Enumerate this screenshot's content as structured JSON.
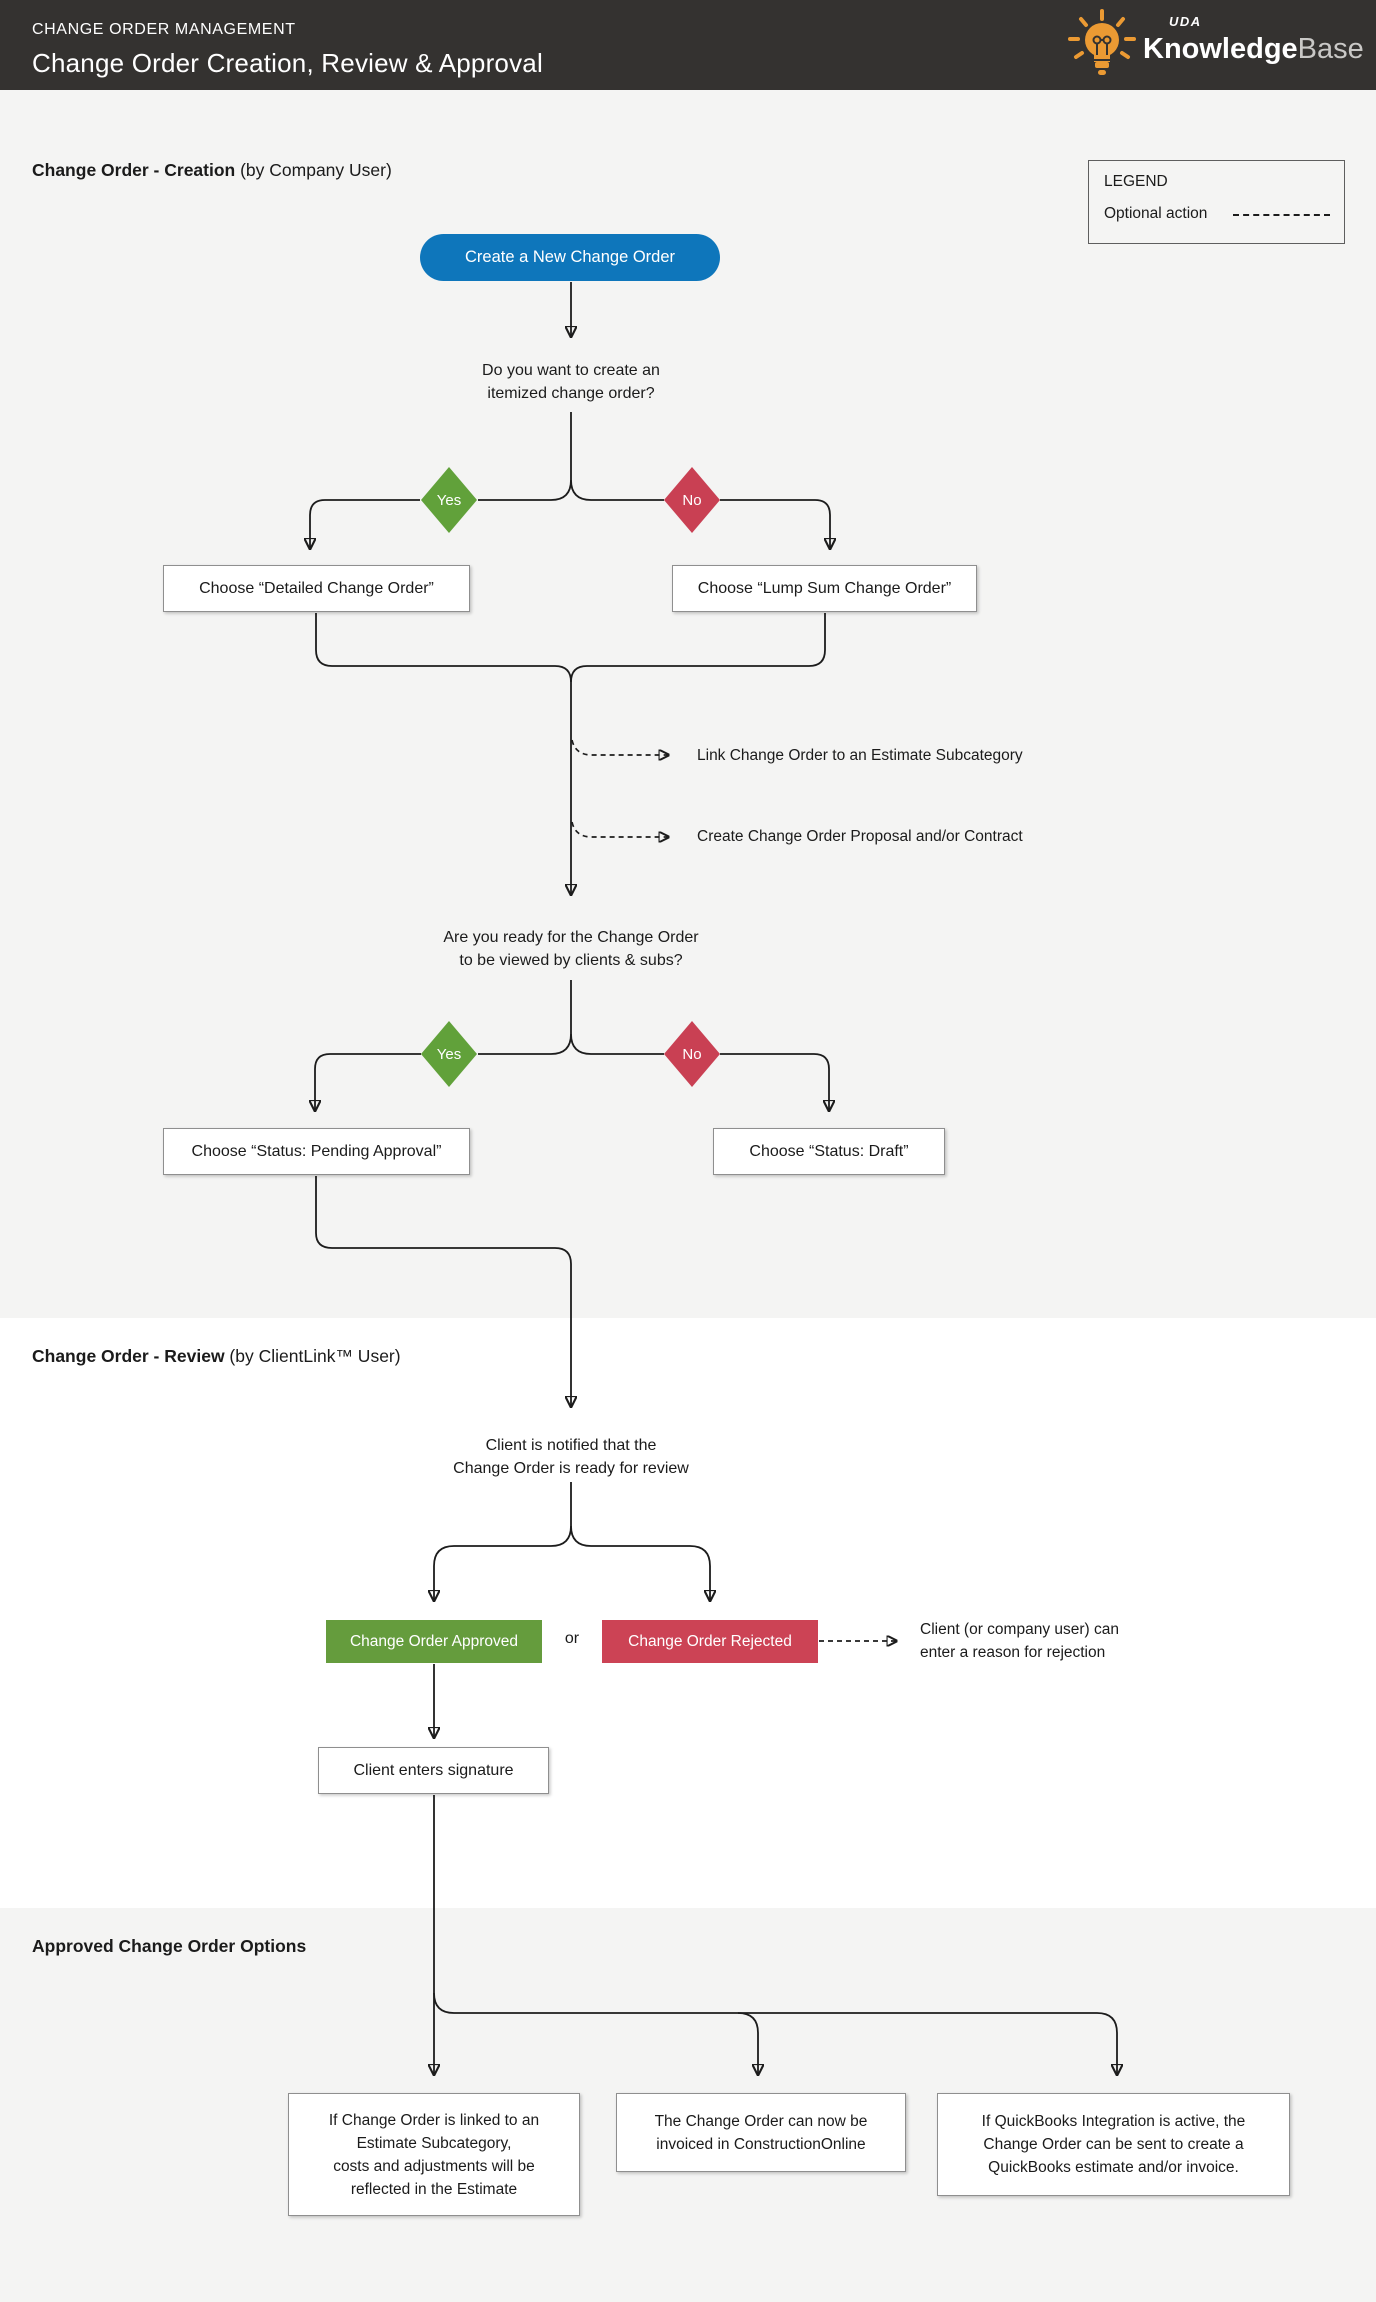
{
  "header": {
    "eyebrow": "CHANGE ORDER MANAGEMENT",
    "title": "Change Order Creation, Review & Approval",
    "logo": {
      "uda": "UDA",
      "knowledge": "Knowledge",
      "base": "Base"
    }
  },
  "legend": {
    "title": "LEGEND",
    "optional_label": "Optional action"
  },
  "sections": {
    "creation": {
      "title": "Change Order - Creation",
      "subtitle": " (by Company User)"
    },
    "review": {
      "title": "Change Order - Review",
      "subtitle": " (by ClientLink™ User)"
    },
    "approved": {
      "title": "Approved Change Order Options"
    }
  },
  "flow": {
    "create_button": "Create a New Change Order",
    "q1": "Do you want to create an\nitemized change order?",
    "yes1": "Yes",
    "no1": "No",
    "detailed_box": "Choose “Detailed Change Order”",
    "lumpsum_box": "Choose “Lump Sum Change Order”",
    "optional1": "Link Change Order to an Estimate Subcategory",
    "optional2": "Create Change Order Proposal and/or Contract",
    "q2": "Are you ready for the Change Order\nto be viewed by clients & subs?",
    "yes2": "Yes",
    "no2": "No",
    "pending_box": "Choose “Status: Pending Approval”",
    "draft_box": "Choose “Status: Draft”",
    "notified": "Client is notified that the\nChange Order is ready for review",
    "approved_box": "Change Order Approved",
    "or_label": "or",
    "rejected_box": "Change Order Rejected",
    "rejection_note": "Client (or company user) can\nenter a reason for rejection",
    "signature_box": "Client enters signature",
    "outcome1": "If Change Order is linked to an\nEstimate Subcategory,\ncosts and adjustments will be\nreflected in the Estimate",
    "outcome2": "The Change Order can now be\ninvoiced in ConstructionOnline",
    "outcome3": "If QuickBooks Integration is active, the\nChange Order can be sent to create a\nQuickBooks estimate and/or invoice."
  },
  "colors": {
    "header-bg": "#343230",
    "section-gray": "#f4f4f3",
    "line": "#1c1c1c",
    "blue": "#0e76bb",
    "diamond-green": "#61a13a",
    "diamond-red": "#c94053",
    "box-green": "#659c3d",
    "box-red": "#cc4355",
    "orange": "#eb9a33"
  }
}
